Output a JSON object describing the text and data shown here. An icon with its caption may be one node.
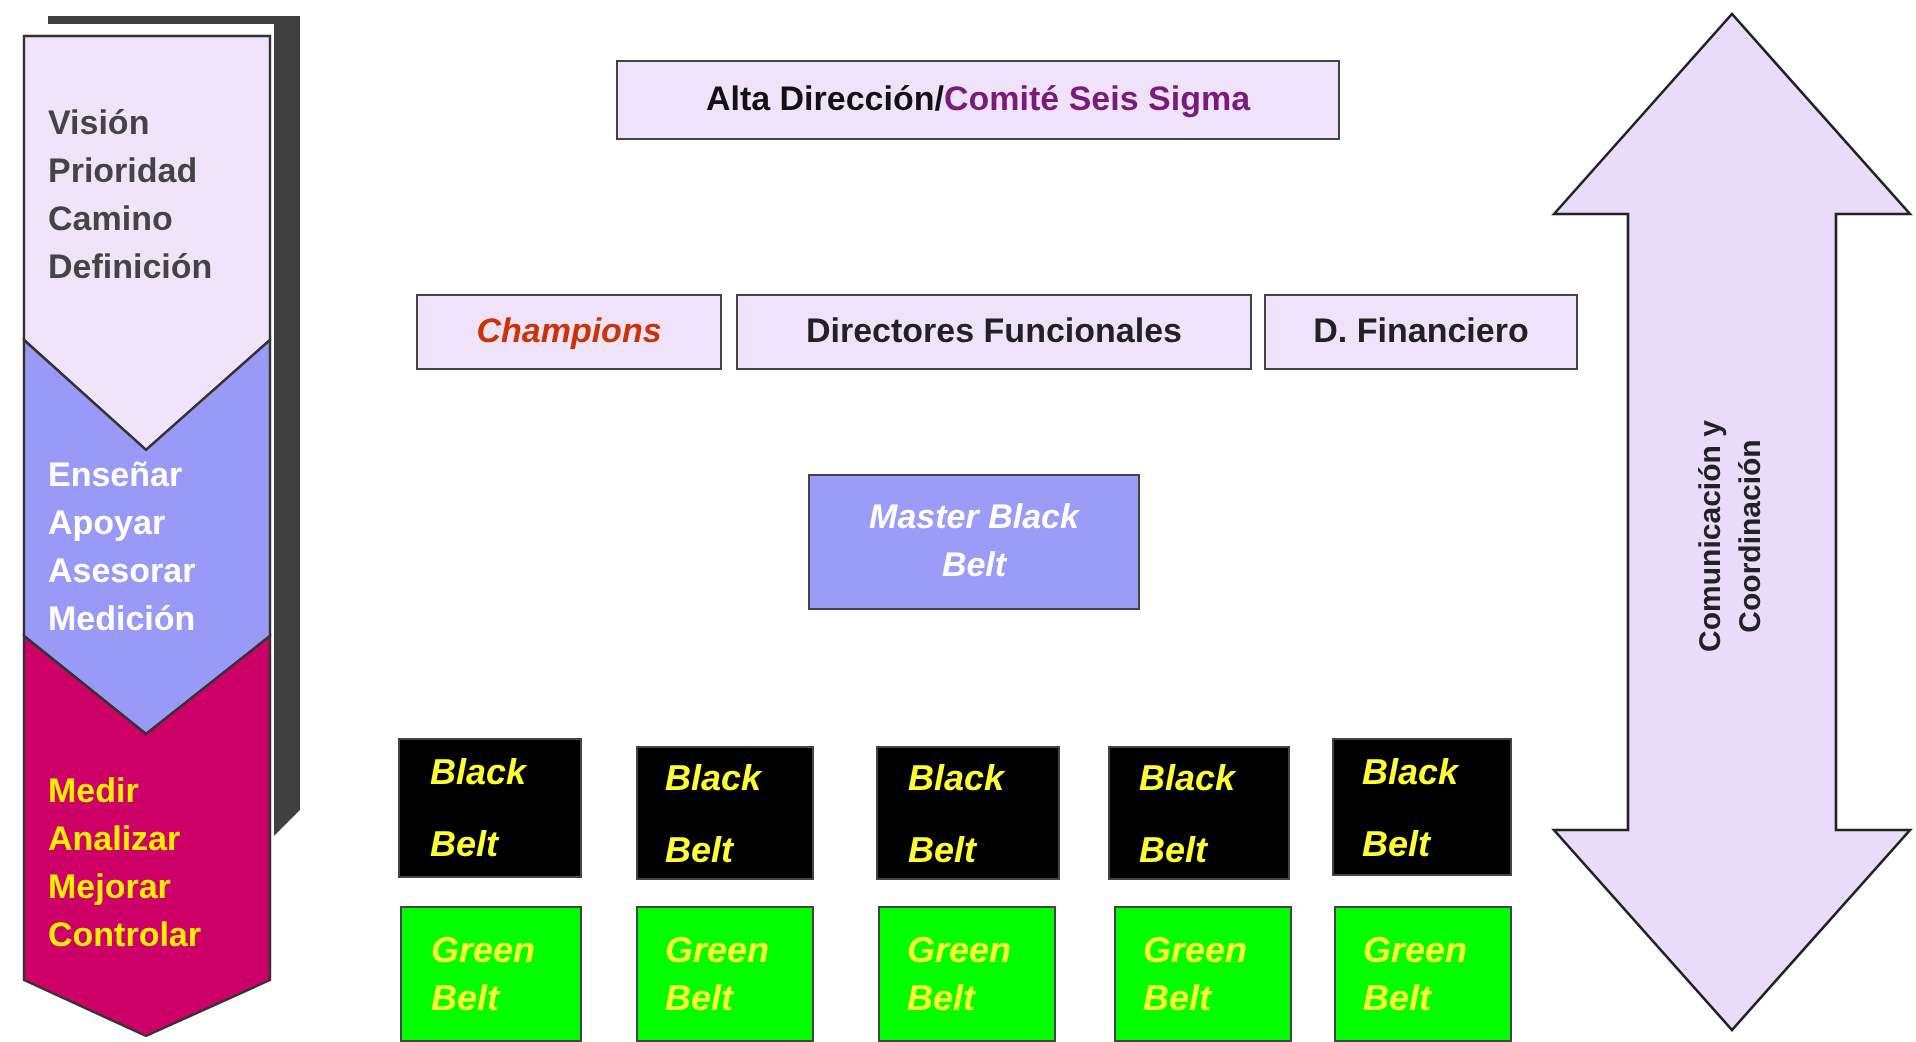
{
  "diagram": {
    "nodes": [
      {
        "text": [
          "Visión Prioridad Camino Definición"
        ]
      },
      {
        "text": [
          "Enseñar Apoyar Asesorar Medición"
        ]
      },
      {
        "text": [
          "Medir Analizar Mejorar Controlar"
        ]
      },
      {
        "text": [
          "Alta Dirección/",
          "Comité Seis Sigma"
        ]
      },
      {
        "text": [
          "Champions"
        ]
      },
      {
        "text": [
          "Directores Funcionales"
        ]
      },
      {
        "text": [
          "D. Financiero"
        ]
      },
      {
        "text": [
          "Master Black Belt"
        ]
      },
      {
        "text": [
          "Black Belt"
        ]
      },
      {
        "text": [
          "Black Belt"
        ]
      },
      {
        "text": [
          "Black Belt"
        ]
      },
      {
        "text": [
          "Black Belt"
        ]
      },
      {
        "text": [
          "Black Belt"
        ]
      },
      {
        "text": [
          "Green Belt"
        ]
      },
      {
        "text": [
          "Green Belt"
        ]
      },
      {
        "text": [
          "Green Belt"
        ]
      },
      {
        "text": [
          "Green Belt"
        ]
      },
      {
        "text": [
          "Green Belt"
        ]
      },
      {
        "text": [
          "Comunicación y Coordinación"
        ]
      }
    ],
    "edges": []
  }
}
